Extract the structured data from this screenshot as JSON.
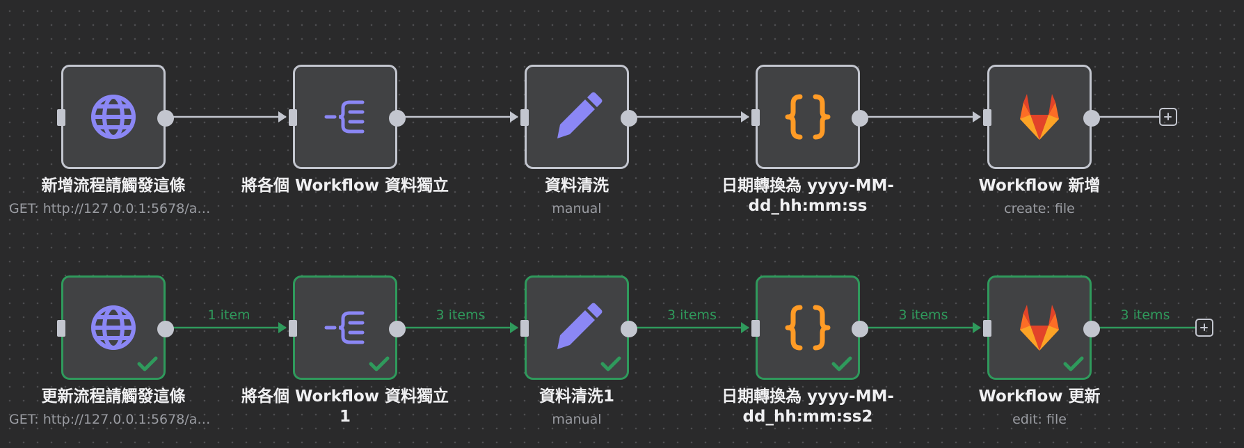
{
  "colors": {
    "background": "#2a2a2b",
    "node_fill": "#414244",
    "idle_border": "#c3c6cf",
    "success": "#2f9a5c",
    "purple_icon": "#8b87f5",
    "orange_icon": "#ff9b26"
  },
  "workflow": {
    "rows": [
      {
        "state": "idle",
        "nodes": [
          {
            "label": "新增流程請觸發這條",
            "subtitle": "GET: http://127.0.0.1:5678/api/...",
            "icon": "globe-icon"
          },
          {
            "label": "將各個 Workflow 資料獨立",
            "subtitle": "",
            "icon": "split-items-icon"
          },
          {
            "label": "資料清洗",
            "subtitle": "manual",
            "icon": "pencil-icon"
          },
          {
            "label": "日期轉換為 yyyy-MM-dd_hh:mm:ss",
            "subtitle": "",
            "icon": "code-braces-icon"
          },
          {
            "label": "Workflow 新增",
            "subtitle": "create: file",
            "icon": "gitlab-icon"
          }
        ],
        "item_counts": [
          "",
          "",
          "",
          "",
          ""
        ]
      },
      {
        "state": "success",
        "nodes": [
          {
            "label": "更新流程請觸發這條",
            "subtitle": "GET: http://127.0.0.1:5678/api/...",
            "icon": "globe-icon"
          },
          {
            "label": "將各個 Workflow 資料獨立1",
            "subtitle": "",
            "icon": "split-items-icon"
          },
          {
            "label": "資料清洗1",
            "subtitle": "manual",
            "icon": "pencil-icon"
          },
          {
            "label": "日期轉換為 yyyy-MM-dd_hh:mm:ss2",
            "subtitle": "",
            "icon": "code-braces-icon"
          },
          {
            "label": "Workflow 更新",
            "subtitle": "edit: file",
            "icon": "gitlab-icon"
          }
        ],
        "item_counts": [
          "1 item",
          "3 items",
          "3 items",
          "3 items",
          "3 items"
        ]
      }
    ]
  }
}
